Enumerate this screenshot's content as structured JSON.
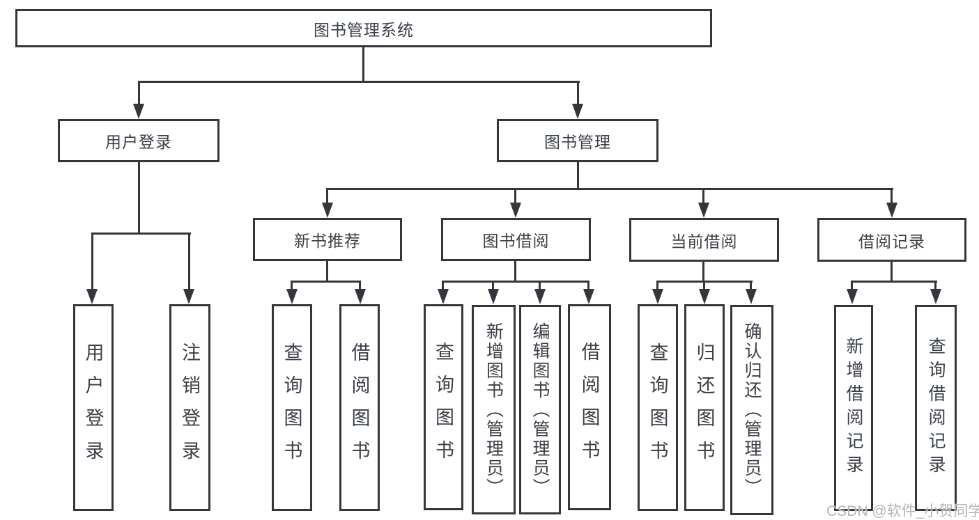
{
  "colors": {
    "line": "#33373b",
    "text": "#3a4048",
    "box_background": "#ffffff",
    "watermark": "#b4b4b4"
  },
  "watermark": "CSDN @软件_小贺同学",
  "nodes": {
    "root": "图书管理系统",
    "user_login": "用户登录",
    "book_management": "图书管理",
    "new_book_recommend": "新书推荐",
    "book_borrowing": "图书借阅",
    "current_borrowing": "当前借阅",
    "borrowing_records": "借阅记录",
    "leaves": {
      "user_login_group": [
        "用户登录",
        "注销登录"
      ],
      "new_book_group": [
        "查询图书",
        "借阅图书"
      ],
      "book_borrow_group": [
        "查询图书",
        "新增图书（管理员）",
        "编辑图书（管理员）",
        "借阅图书"
      ],
      "current_borrow_group": [
        "查询图书",
        "归还图书",
        "确认归还（管理员）"
      ],
      "records_group": [
        "新增借阅记录",
        "查询借阅记录"
      ]
    }
  }
}
